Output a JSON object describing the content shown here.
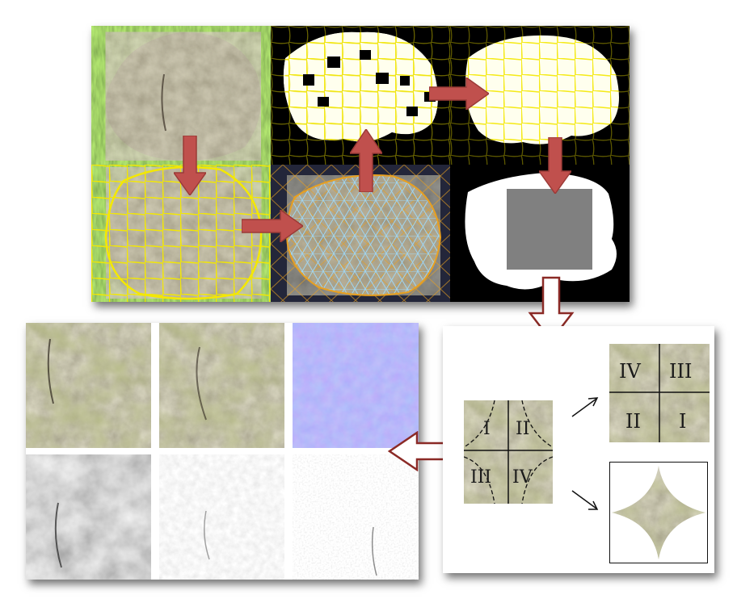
{
  "quadrants_split": [
    "I",
    "II",
    "III",
    "IV"
  ],
  "quadrants_swapped": [
    "IV",
    "III",
    "II",
    "I"
  ],
  "colors": {
    "arrow_red": "#c0504d",
    "arrow_red_dark": "#9b3a37",
    "outline_arrow": "#8b2a26",
    "grass": "#5f8f2e",
    "rock": "#8a7a60",
    "mesh_yellow": "#f4e800",
    "mesh_blue": "#8fc6e8",
    "normal_map": "#7878f4",
    "mask_gray": "#808080"
  },
  "panels": {
    "photo": "rock-photo",
    "segmentation": "superpixel-segmentation",
    "triangulation": "triangle-mesh",
    "selected_region": "selected-superpixels",
    "filled_region": "filled-mask",
    "mask_with_square": "mask-with-patch",
    "texture_maps": [
      "diffuse",
      "albedo",
      "normal",
      "height",
      "ambient-occlusion",
      "specular"
    ]
  },
  "icons": {
    "down_arrow": "down-arrow-icon",
    "right_arrow": "right-arrow-icon",
    "up_arrow": "up-arrow-icon",
    "outline_down_arrow": "outline-down-arrow-icon",
    "outline_left_arrow": "outline-left-arrow-icon",
    "thin_arrow": "thin-arrow-icon"
  }
}
